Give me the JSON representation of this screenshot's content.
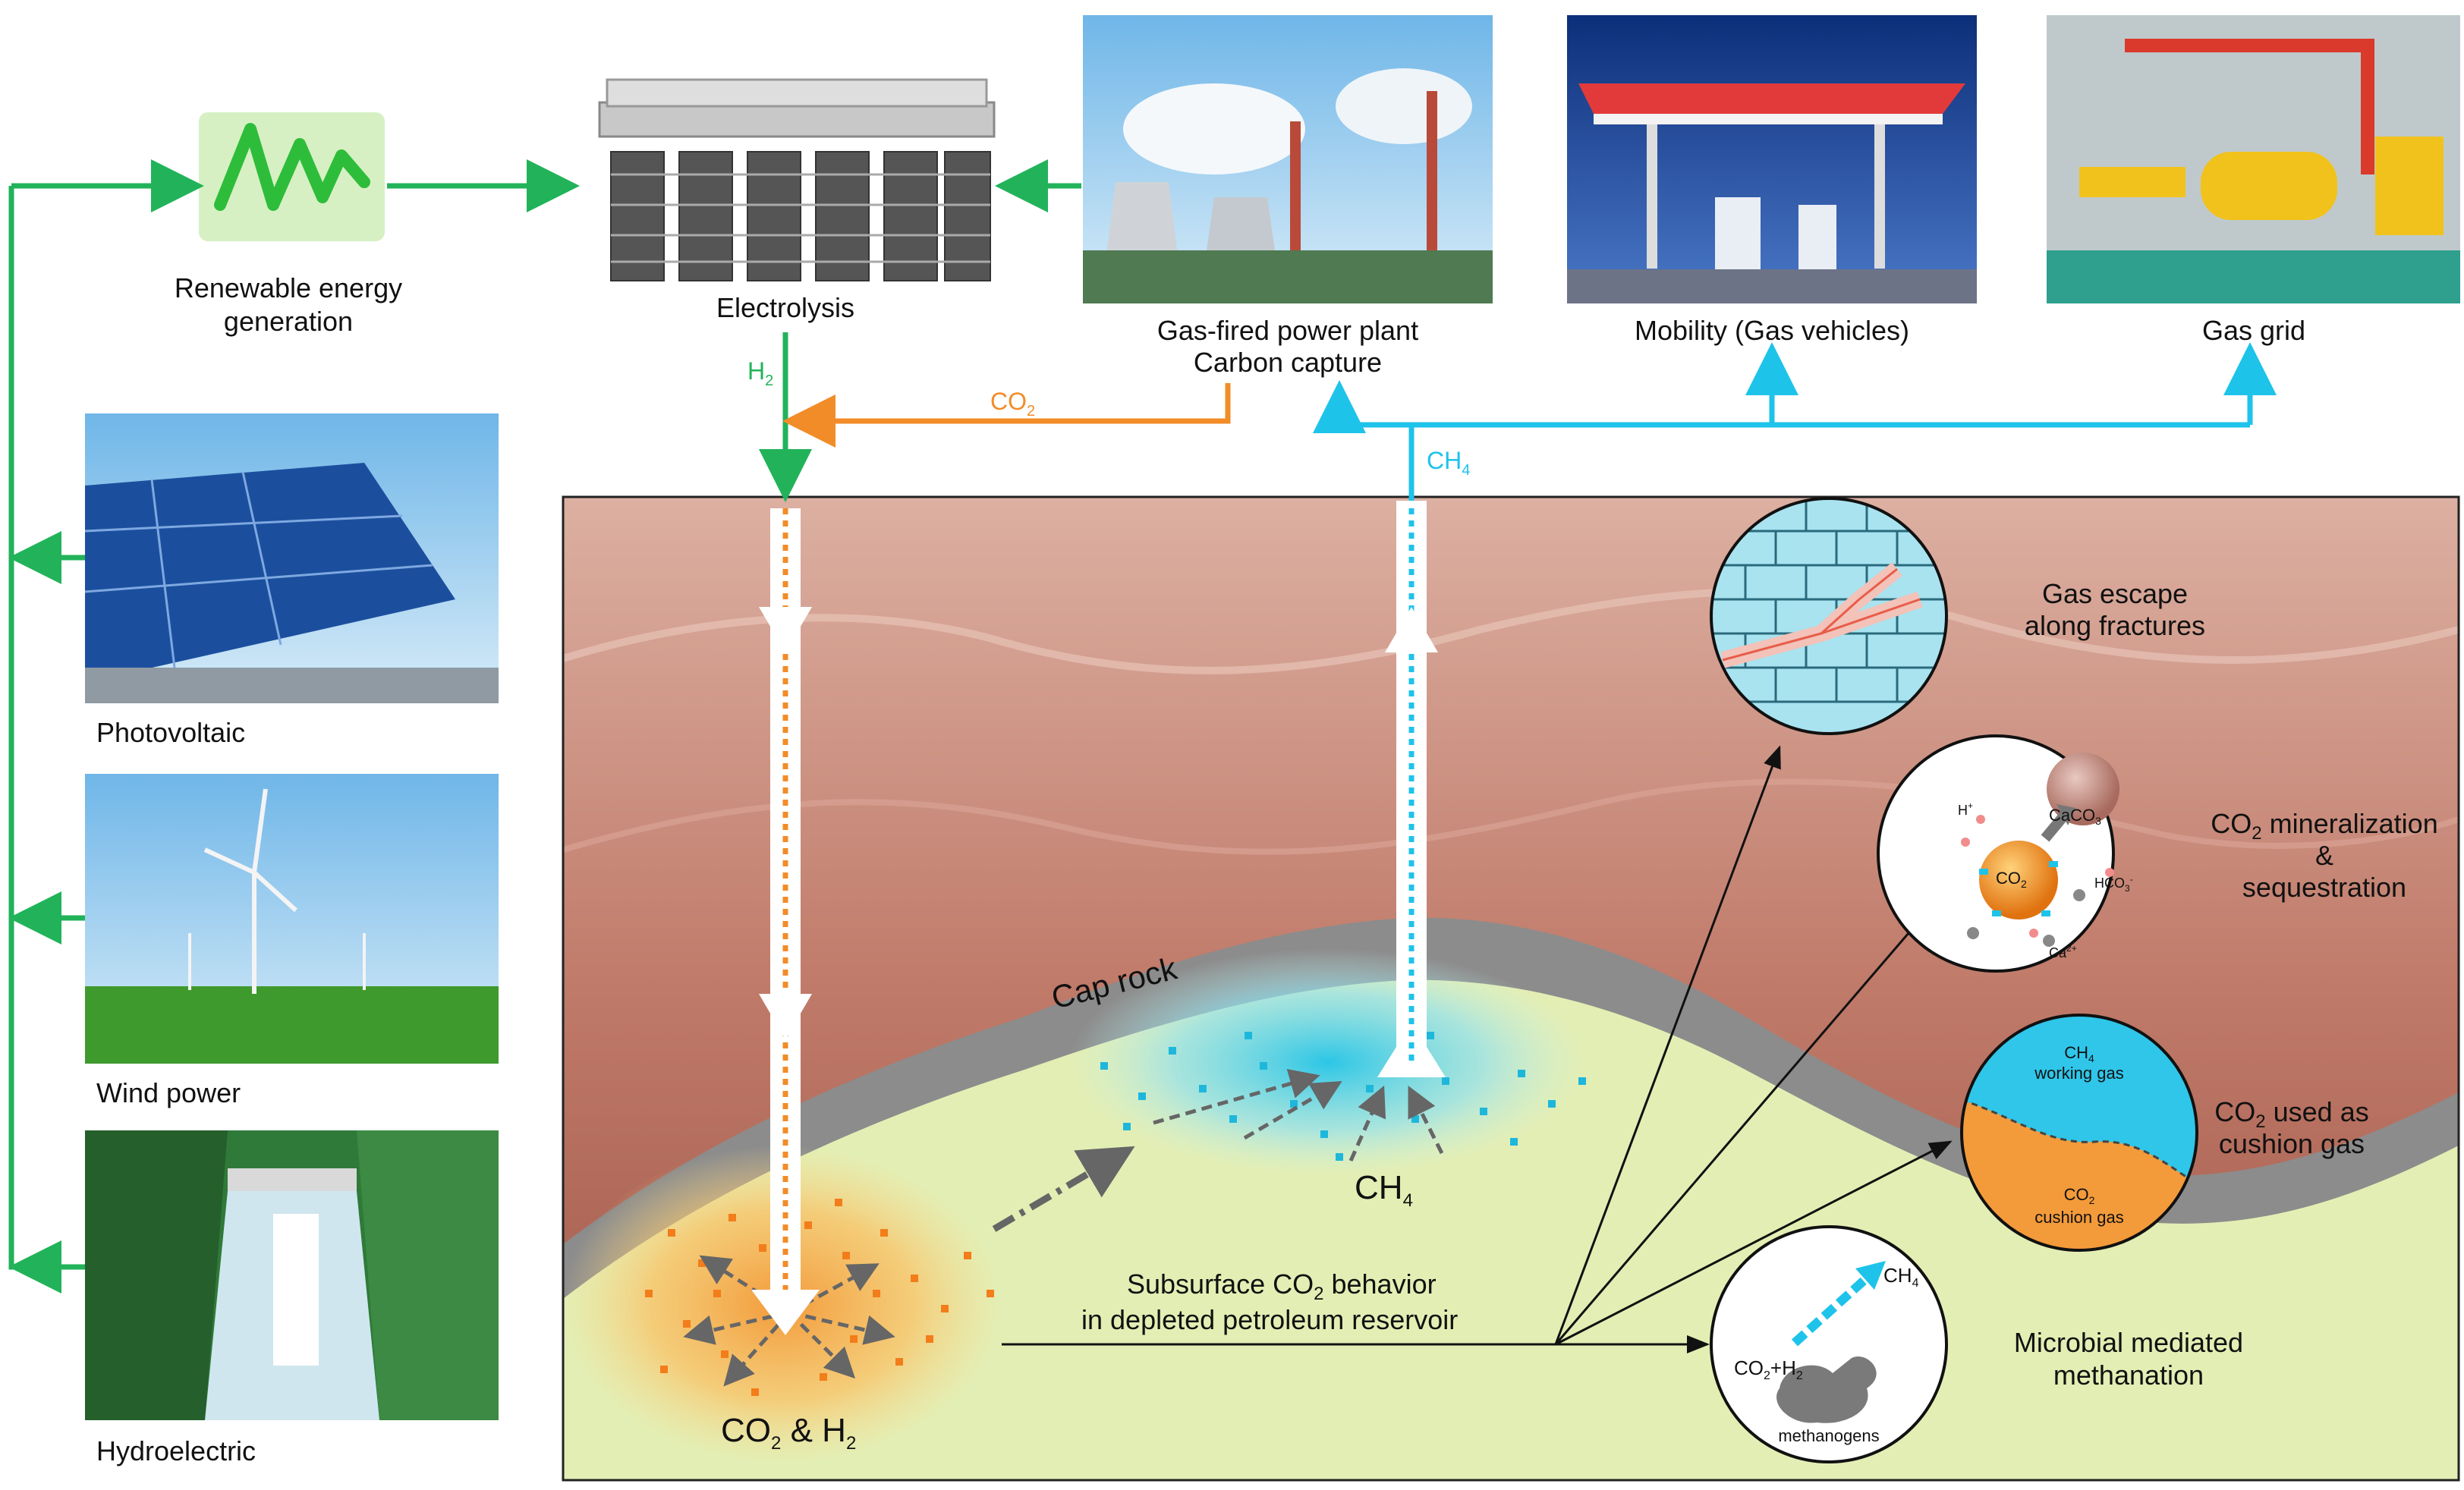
{
  "top": {
    "renewable": {
      "label_line1": "Renewable energy",
      "label_line2": "generation"
    },
    "electrolysis": {
      "label": "Electrolysis"
    },
    "power_plant": {
      "label_line1": "Gas-fired power plant",
      "label_line2": "Carbon capture"
    },
    "mobility": {
      "label": "Mobility (Gas vehicles)"
    },
    "gas_grid": {
      "label": "Gas grid"
    }
  },
  "flows": {
    "h2": {
      "base": "H",
      "sub": "2"
    },
    "co2": {
      "base": "CO",
      "sub": "2"
    },
    "ch4": {
      "base": "CH",
      "sub": "4"
    }
  },
  "sources": [
    {
      "label": "Photovoltaic"
    },
    {
      "label": "Wind power"
    },
    {
      "label": "Hydroelectric"
    }
  ],
  "reservoir": {
    "cap_rock": "Cap rock",
    "ch4_zone": {
      "base": "CH",
      "sub": "4"
    },
    "injection_zone": {
      "a": "CO",
      "a_sub": "2",
      "amp": " & H",
      "b_sub": "2"
    },
    "behavior_line1_a": "Subsurface CO",
    "behavior_line1_sub": "2",
    "behavior_line1_b": " behavior",
    "behavior_line2": "in depleted petroleum reservoir"
  },
  "insets": {
    "escape": {
      "line1": "Gas escape",
      "line2": "along fractures"
    },
    "mineral": {
      "line1_a": "CO",
      "line1_sub": "2",
      "line1_b": " mineralization",
      "line2": "&",
      "line3": "sequestration",
      "caco3": {
        "base": "CaCO",
        "sub": "3"
      },
      "h_ion": {
        "base": "H",
        "sup": "+"
      },
      "hco3": {
        "base": "HCO",
        "sub": "3",
        "sup": "-"
      },
      "ca_ion": {
        "base": "Ca",
        "sup": "2+"
      },
      "co2": {
        "base": "CO",
        "sub": "2"
      }
    },
    "cushion": {
      "line1_a": "CO",
      "line1_sub": "2",
      "line1_b": " used as",
      "line2": "cushion gas",
      "top_base": "CH",
      "top_sub": "4",
      "top_line2": "working gas",
      "bottom_base": "CO",
      "bottom_sub": "2",
      "bottom_line2": "cushion gas"
    },
    "microbial": {
      "line1": "Microbial mediated",
      "line2": "methanation",
      "ch4": {
        "base": "CH",
        "sub": "4"
      },
      "eq": {
        "a": "CO",
        "a_sub": "2",
        "mid": "+H",
        "b_sub": "2"
      },
      "methanogens": "methanogens"
    }
  },
  "colors": {
    "h2": "#2bbf6c",
    "co2": "#f28c28",
    "ch4": "#1ec3ea",
    "arrow_green": "#22b35a",
    "cap_rock": "#8c8c8c",
    "reservoir": "#e3eeb4",
    "strata_top": "#d7a698",
    "strata_mid": "#c88574",
    "strata_low": "#a95f4f"
  }
}
